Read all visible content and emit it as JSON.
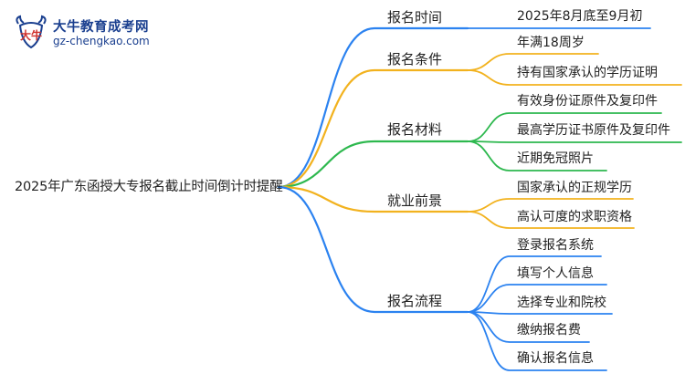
{
  "logo": {
    "title": "大牛教育成考网",
    "url": "gz-chengkao.com",
    "mark_text": "大牛"
  },
  "colors": {
    "blue": "#2b82f0",
    "orange": "#f2b21e",
    "green": "#2db84e",
    "text": "#222222",
    "logo": "#1a3f8f"
  },
  "mindmap": {
    "root": "2025年广东函授大专报名截止时间倒计时提醒",
    "branches": [
      {
        "label": "报名时间",
        "color": "blue",
        "leaves": [
          "2025年8月底至9月初"
        ]
      },
      {
        "label": "报名条件",
        "color": "orange",
        "leaves": [
          "年满18周岁",
          "持有国家承认的学历证明"
        ]
      },
      {
        "label": "报名材料",
        "color": "green",
        "leaves": [
          "有效身份证原件及复印件",
          "最高学历证书原件及复印件",
          "近期免冠照片"
        ]
      },
      {
        "label": "就业前景",
        "color": "orange",
        "leaves": [
          "国家承认的正规学历",
          "高认可度的求职资格"
        ]
      },
      {
        "label": "报名流程",
        "color": "blue",
        "leaves": [
          "登录报名系统",
          "填写个人信息",
          "选择专业和院校",
          "缴纳报名费",
          "确认报名信息"
        ]
      }
    ]
  }
}
